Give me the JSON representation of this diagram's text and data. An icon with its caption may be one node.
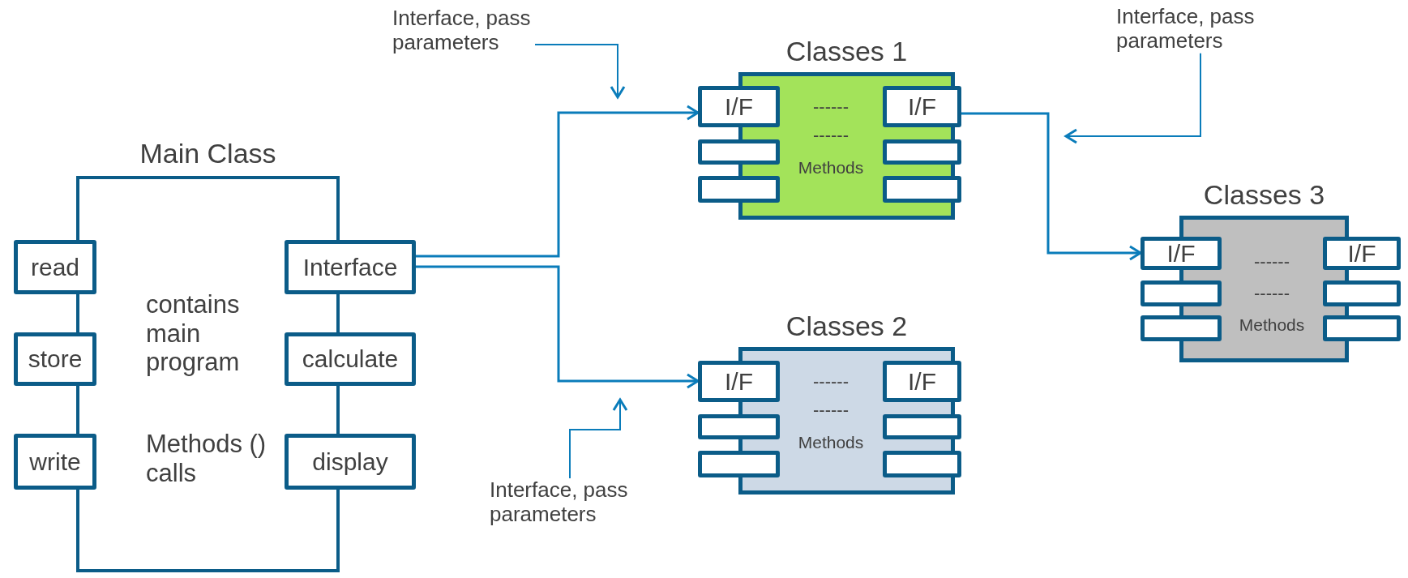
{
  "diagram": {
    "nodes": [
      {
        "text": [
          "Main Class",
          "contains main program",
          "Methods () calls"
        ]
      },
      {
        "text": [
          "read"
        ]
      },
      {
        "text": [
          "Interface"
        ]
      },
      {
        "text": [
          "store"
        ]
      },
      {
        "text": [
          "calculate"
        ]
      },
      {
        "text": [
          "write"
        ]
      },
      {
        "text": [
          "display"
        ]
      },
      {
        "text": [
          "Classes 1",
          "------",
          "------",
          "Methods"
        ]
      },
      {
        "text": [
          "I/F"
        ]
      },
      {
        "text": [
          "I/F"
        ]
      },
      {
        "text": [],
        "shape": "box"
      },
      {
        "text": [],
        "shape": "box"
      },
      {
        "text": [],
        "shape": "box"
      },
      {
        "text": [],
        "shape": "box"
      },
      {
        "text": [
          "Classes 2",
          "------",
          "------",
          "Methods"
        ]
      },
      {
        "text": [
          "I/F"
        ]
      },
      {
        "text": [
          "I/F"
        ]
      },
      {
        "text": [],
        "shape": "box"
      },
      {
        "text": [],
        "shape": "box"
      },
      {
        "text": [],
        "shape": "box"
      },
      {
        "text": [],
        "shape": "box"
      },
      {
        "text": [
          "Classes 3",
          "------",
          "------",
          "Methods"
        ]
      },
      {
        "text": [
          "I/F"
        ]
      },
      {
        "text": [
          "I/F"
        ]
      },
      {
        "text": [],
        "shape": "box"
      },
      {
        "text": [],
        "shape": "box"
      },
      {
        "text": [],
        "shape": "box"
      },
      {
        "text": [],
        "shape": "box"
      },
      {
        "text": [
          "Interface, pass parameters"
        ]
      },
      {
        "text": [
          "Interface, pass parameters"
        ]
      },
      {
        "text": [
          "Interface, pass parameters"
        ]
      }
    ],
    "edges": [
      {
        "from": 2,
        "to": 8,
        "arrow": "to"
      },
      {
        "from": 2,
        "to": 15,
        "arrow": "to"
      },
      {
        "from": 9,
        "to": 22,
        "arrow": "to"
      },
      {
        "from": 28,
        "to": null,
        "arrow": "to"
      },
      {
        "from": 29,
        "to": null,
        "arrow": "to"
      },
      {
        "from": 30,
        "to": null,
        "arrow": "to"
      }
    ]
  }
}
